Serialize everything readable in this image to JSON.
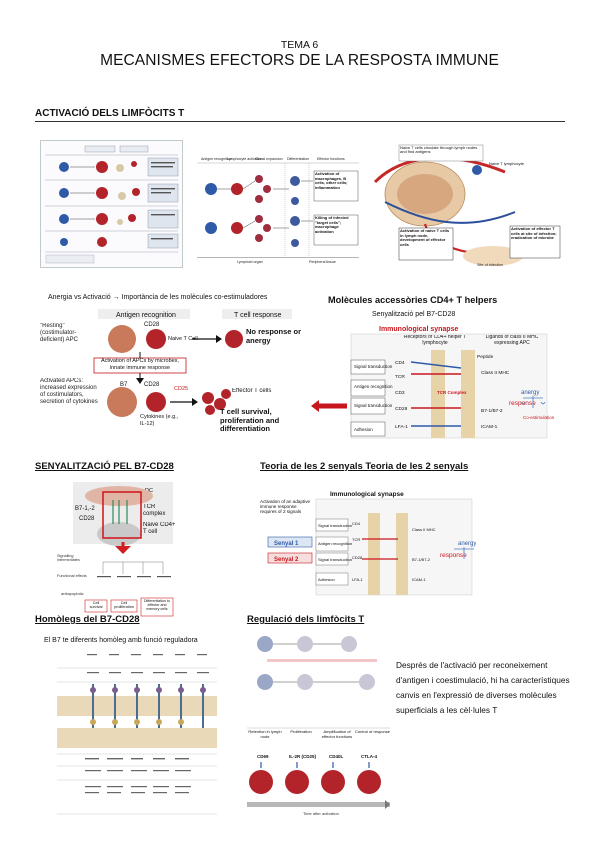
{
  "header": {
    "topic": "TEMA 6",
    "title": "MECANISMES EFECTORS DE LA RESPOSTA IMMUNE"
  },
  "section": {
    "heading": "ACTIVACIÓ DELS LIMFÒCITS T"
  },
  "captions": {
    "anergy": "Anergia vs Activació → Importància de les molècules co-estimuladores",
    "cd4_title": "Molècules accessòries CD4+ T helpers",
    "cd4_sub": "Senyalització pel B7-CD28",
    "b7cd28": "SENYALITZACIÓ PEL B7-CD28",
    "two_signals": "Teoria de les 2 senyals Teoria de les 2 senyals",
    "homologs": "Homòlegs del B7-CD28",
    "homologs_sub": "El B7  te diferents homòleg amb funció reguladora",
    "regulation": "Regulació dels limfòcits T"
  },
  "paragraph": "Després de l'activació per reconeixement d'antigen i coestimulació, hi ha característiques canvis en l'expressió de diverses molècules superficials a les cèl·lules T",
  "figure_text": {
    "anergy": {
      "antigen_recognition": "Antigen recognition",
      "t_cell_response": "T cell response",
      "resting": "\"Resting\" (costimulator- deficient) APC",
      "cd28": "CD28",
      "naive": "Naive T Cell",
      "no_response": "No response or anergy",
      "activation_box": "Activation of APCs by microbes, innate immune response",
      "activated": "Activated APCs: increased expression of costimulators, secretion of cytokines",
      "b7": "B7",
      "cd25": "CD25",
      "effector": "Effector T cells",
      "cytokines": "Cytokines (e.g., IL-12)",
      "survival": "T cell survival, proliferation and differentiation"
    },
    "synapse": {
      "title": "Immunological synapse",
      "receptors": "Receptors of CD4+ helper T lymphocyte",
      "ligands": "Ligands of class II MHC expressing APC",
      "signal_transduction": "Signal transduction",
      "antigen_recognition": "Antigen recognition",
      "adhesion": "Adhesion",
      "cd4": "CD4",
      "tcr": "TCR",
      "cd3": "CD3",
      "cd28": "CD28",
      "lfa1": "LFA-1",
      "peptide": "Peptide",
      "class2": "Class II MHC",
      "b7": "B7-1/B7-2",
      "icam": "ICAM-1",
      "tcr_complex": "TCR Complex",
      "anergy": "anergy",
      "response": "response",
      "co": "Co-estimulation"
    },
    "two_signals": {
      "title": "Immunological synapse",
      "activation": "Activation of an adaptive immune response requires of 2 signals",
      "senyal1": "Senyal 1",
      "senyal2": "Senyal 2"
    },
    "b7cd28": {
      "dc": "DC",
      "b7": "B7-1,-2",
      "cd28": "CD28",
      "tcr": "TCR complex",
      "naive": "Naive CD4+ T cell",
      "signalling": "Signalling intermediates",
      "functional": "Functional effects",
      "antiapoptotic": "antiapoptotic",
      "cell_survival": "Cell survival",
      "cell_prolif": "Cell proliferation",
      "differentiation": "Differentiation to effector and memory cells"
    },
    "regulation": {
      "retention": "Retention in lymph node",
      "proliferation": "Proliferation",
      "amplification": "Amplification of effector functions",
      "control": "Control of response",
      "cd69": "CD69",
      "il2r": "IL-2R (CD25)",
      "cd40l": "CD40L",
      "ctla4": "CTLA-4",
      "time": "Time after activation"
    },
    "top_middle": {
      "antigen": "Antigen recognition",
      "lymph_act": "Lymphocyte activation",
      "clonal": "Clonal expansion",
      "diff": "Differentiation",
      "effector": "Effector functions",
      "box1": "Activation of macrophages, B cells, other cells; inflammation",
      "box2": "Killing of infected \"target cells\"; macrophage activation",
      "lymphoid": "Lymphoid organ",
      "peripheral": "Peripheral tissue"
    },
    "top_right": {
      "circulate": "Naive T cells circulate through lymph nodes and find antigens",
      "naive": "Naive T lymphocyte",
      "box1": "Activation of naive T cells in lymph node, development of effector cells",
      "box2": "Activation of effector T cells at site of infection; eradication of microbe",
      "site": "Site of infection"
    }
  },
  "colors": {
    "red": "#c8161d",
    "blue": "#2f5aa8",
    "cell_red": "#b3242a",
    "purple": "#6b4e9b"
  }
}
